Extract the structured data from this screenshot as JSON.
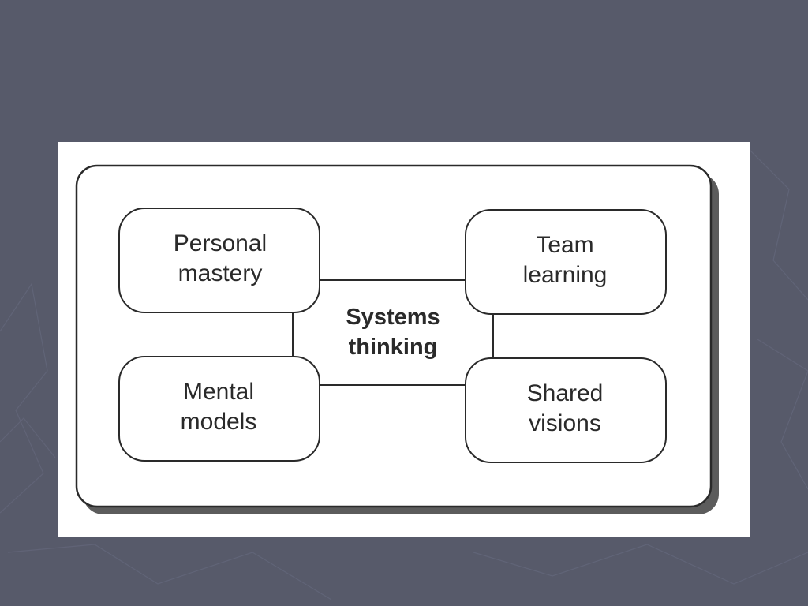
{
  "diagram": {
    "center": {
      "line1": "Systems",
      "line2": "thinking"
    },
    "nodes": {
      "personal_mastery": {
        "line1": "Personal",
        "line2": "mastery"
      },
      "team_learning": {
        "line1": "Team",
        "line2": "learning"
      },
      "mental_models": {
        "line1": "Mental",
        "line2": "models"
      },
      "shared_visions": {
        "line1": "Shared",
        "line2": "visions"
      }
    }
  },
  "colors": {
    "slide_background": "#575a6a",
    "figure_background": "#ffffff",
    "outline": "#2a2a2a",
    "shadow": "#5c5c5c"
  }
}
